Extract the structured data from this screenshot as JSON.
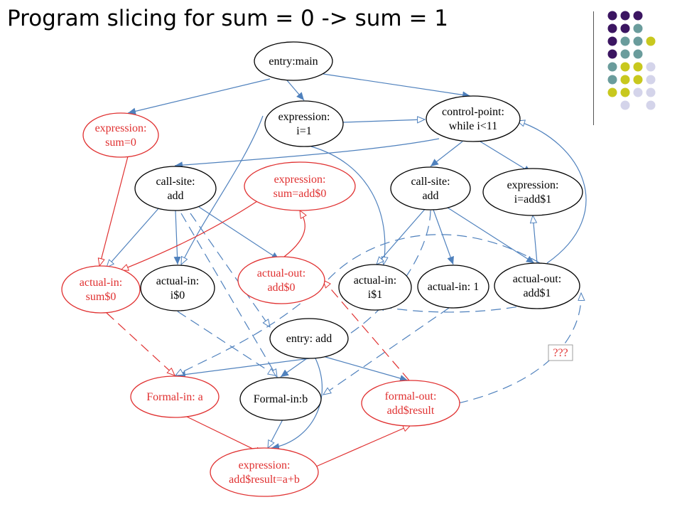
{
  "slide": {
    "title": "Program slicing for sum = 0 -> sum = 1"
  },
  "colors": {
    "edge_blue": "#4f81bd",
    "slice_red": "#e03030",
    "node_black": "#000000",
    "dot_purple": "#3b1561",
    "dot_teal": "#6a9c9c",
    "dot_yellow": "#c8c81e",
    "dot_lavender": "#d4d4ea"
  },
  "nodes": {
    "entry_main": {
      "lines": [
        "entry:main"
      ]
    },
    "expr_sum0": {
      "lines": [
        "expression:",
        "sum=0"
      ]
    },
    "expr_i1": {
      "lines": [
        "expression:",
        "i=1"
      ]
    },
    "control_point": {
      "lines": [
        "control-point:",
        "while i<11"
      ]
    },
    "callsite_add_left": {
      "lines": [
        "call-site:",
        "add"
      ]
    },
    "expr_sum_add": {
      "lines": [
        "expression:",
        "sum=add$0"
      ]
    },
    "callsite_add_right": {
      "lines": [
        "call-site:",
        "add"
      ]
    },
    "expr_i_add": {
      "lines": [
        "expression:",
        "i=add$1"
      ]
    },
    "actual_in_sum0": {
      "lines": [
        "actual-in:",
        "sum$0"
      ]
    },
    "actual_in_i0": {
      "lines": [
        "actual-in:",
        "i$0"
      ]
    },
    "actual_out_add0": {
      "lines": [
        "actual-out:",
        "add$0"
      ]
    },
    "actual_in_i1": {
      "lines": [
        "actual-in:",
        "i$1"
      ]
    },
    "actual_in_1": {
      "lines": [
        "actual-in: 1"
      ]
    },
    "actual_out_add1": {
      "lines": [
        "actual-out:",
        "add$1"
      ]
    },
    "entry_add": {
      "lines": [
        "entry: add"
      ]
    },
    "formal_in_a": {
      "lines": [
        "Formal-in: a"
      ]
    },
    "formal_in_b": {
      "lines": [
        "Formal-in:b"
      ]
    },
    "formal_out_result": {
      "lines": [
        "formal-out:",
        "add$result"
      ]
    },
    "expr_result": {
      "lines": [
        "expression:",
        "add$result=a+b"
      ]
    }
  },
  "annotations": {
    "unknown_edge_label": "???"
  }
}
